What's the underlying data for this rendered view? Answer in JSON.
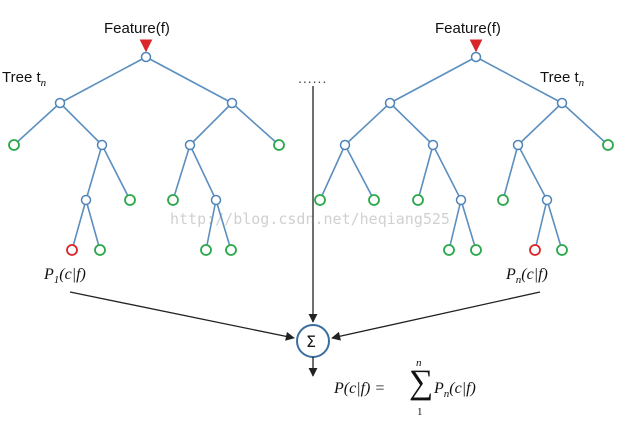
{
  "labels": {
    "feature_left": "Feature(f)",
    "feature_right": "Feature(f)",
    "tree_left": "Tree t",
    "tree_right": "Tree t",
    "tree_sub": "n",
    "dots": "......",
    "prob_left": "P",
    "prob_left_sub": "1",
    "prob_right": "P",
    "prob_right_sub": "n",
    "prob_arg": "(c|f)",
    "watermark": "http://blog.csdn.net/heqiang525",
    "sum_symbol": "Σ"
  },
  "formula": {
    "lhs": "P(c|f) =",
    "sum": "∑",
    "upper": "n",
    "lower": "1",
    "term": "P",
    "term_sub": "n",
    "term_arg": "(c|f)"
  },
  "colors": {
    "edge": "#5b8fbf",
    "node_internal": "#4f84b8",
    "node_leaf": "#2aa84a",
    "node_highlight": "#d9262a",
    "arrow_feature": "#d9262a",
    "arrow_flow": "#222222"
  },
  "trees": [
    {
      "name": "left",
      "edges": [
        [
          "r",
          "a"
        ],
        [
          "r",
          "b"
        ],
        [
          "a",
          "l1"
        ],
        [
          "a",
          "c"
        ],
        [
          "c",
          "d"
        ],
        [
          "c",
          "l2"
        ],
        [
          "d",
          "hl"
        ],
        [
          "d",
          "l3"
        ],
        [
          "b",
          "e"
        ],
        [
          "b",
          "l4"
        ],
        [
          "e",
          "l5"
        ],
        [
          "e",
          "f"
        ],
        [
          "f",
          "l6"
        ],
        [
          "f",
          "l7"
        ]
      ],
      "leaves": [
        "l1",
        "l2",
        "l3",
        "l4",
        "l5",
        "l6",
        "l7"
      ],
      "highlight": [
        "hl"
      ]
    },
    {
      "name": "right",
      "edges": [
        [
          "r",
          "a"
        ],
        [
          "r",
          "b"
        ],
        [
          "a",
          "c"
        ],
        [
          "a",
          "d"
        ],
        [
          "c",
          "l1"
        ],
        [
          "c",
          "l2"
        ],
        [
          "d",
          "l3"
        ],
        [
          "d",
          "e"
        ],
        [
          "e",
          "l4"
        ],
        [
          "e",
          "l5"
        ],
        [
          "b",
          "f"
        ],
        [
          "b",
          "l6"
        ],
        [
          "f",
          "l7"
        ],
        [
          "f",
          "g"
        ],
        [
          "g",
          "hl"
        ],
        [
          "g",
          "l8"
        ]
      ],
      "leaves": [
        "l1",
        "l2",
        "l3",
        "l4",
        "l5",
        "l6",
        "l7",
        "l8"
      ],
      "highlight": [
        "hl"
      ]
    }
  ]
}
